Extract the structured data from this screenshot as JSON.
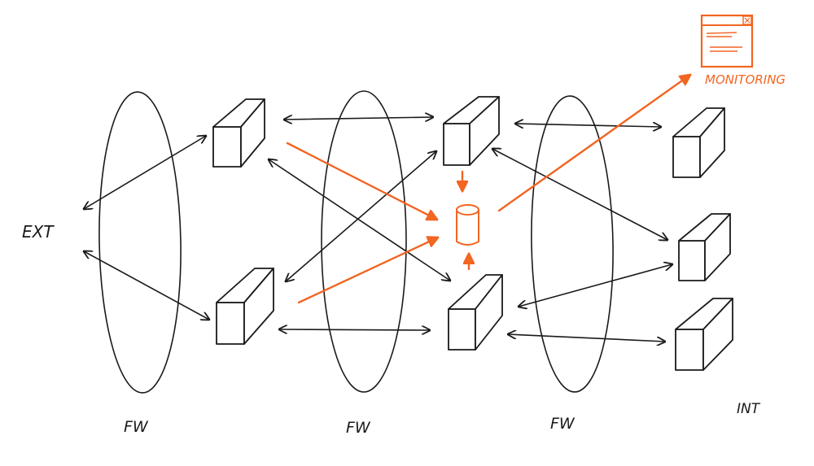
{
  "labels": {
    "external": "EXT",
    "internal": "INT",
    "monitoring": "MONITORING",
    "firewalls": [
      "FW",
      "FW",
      "FW"
    ]
  },
  "colors": {
    "ink": "#1a1a1a",
    "accent": "#f26522",
    "background": "#ffffff"
  },
  "icons": {
    "server": "server-box-icon",
    "database": "database-cylinder-icon",
    "monitor_window": "monitoring-window-icon"
  }
}
